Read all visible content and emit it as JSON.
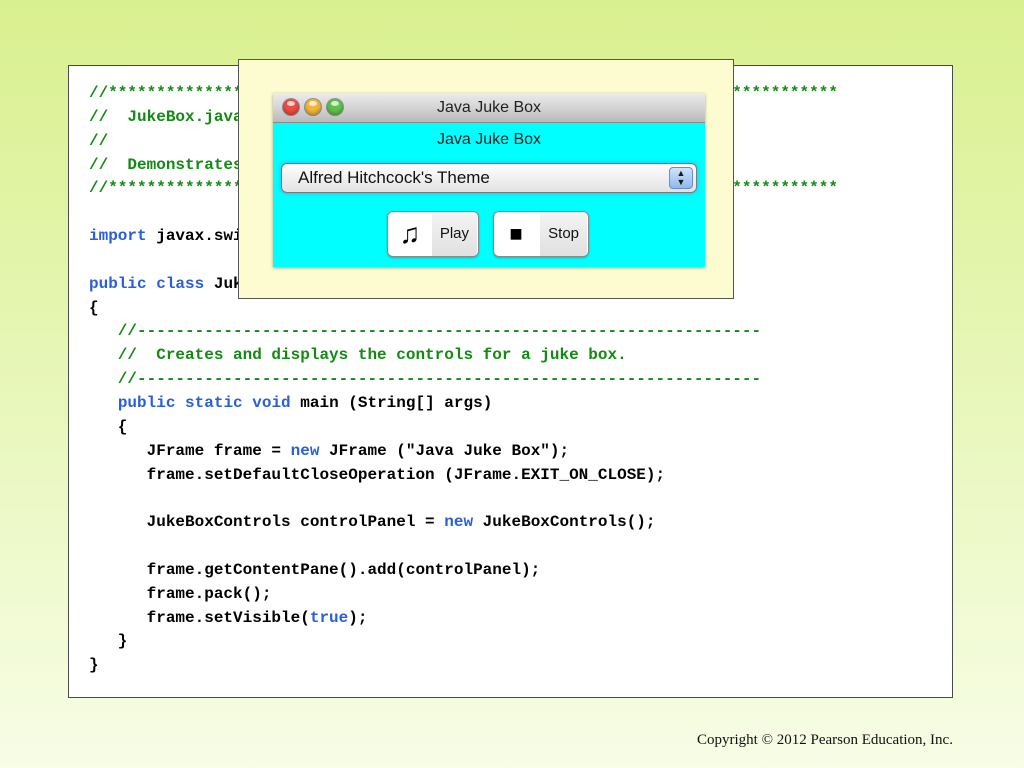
{
  "code": {
    "lines": [
      [
        {
          "t": "//****************************************************************************",
          "c": "cm"
        }
      ],
      [
        {
          "t": "//  JukeBox.java       Author: Lewis/Loftus",
          "c": "cm"
        }
      ],
      [
        {
          "t": "//",
          "c": "cm"
        }
      ],
      [
        {
          "t": "//  Demonstrates the use of a combo box.",
          "c": "cm"
        }
      ],
      [
        {
          "t": "//****************************************************************************",
          "c": "cm"
        }
      ],
      [
        {
          "t": "",
          "c": ""
        }
      ],
      [
        {
          "t": "import",
          "c": "kw"
        },
        {
          "t": " javax.swing.*;",
          "c": ""
        }
      ],
      [
        {
          "t": "",
          "c": ""
        }
      ],
      [
        {
          "t": "public",
          "c": "kw"
        },
        {
          "t": " ",
          "c": ""
        },
        {
          "t": "class",
          "c": "kw"
        },
        {
          "t": " JukeBox",
          "c": ""
        }
      ],
      [
        {
          "t": "{",
          "c": ""
        }
      ],
      [
        {
          "t": "   //-----------------------------------------------------------------",
          "c": "cm"
        }
      ],
      [
        {
          "t": "   //  Creates and displays the controls for a juke box.",
          "c": "cm"
        }
      ],
      [
        {
          "t": "   //-----------------------------------------------------------------",
          "c": "cm"
        }
      ],
      [
        {
          "t": "   ",
          "c": ""
        },
        {
          "t": "public",
          "c": "kw"
        },
        {
          "t": " ",
          "c": ""
        },
        {
          "t": "static",
          "c": "kw"
        },
        {
          "t": " ",
          "c": ""
        },
        {
          "t": "void",
          "c": "kw"
        },
        {
          "t": " main (String[] args)",
          "c": ""
        }
      ],
      [
        {
          "t": "   {",
          "c": ""
        }
      ],
      [
        {
          "t": "      JFrame frame = ",
          "c": ""
        },
        {
          "t": "new",
          "c": "kw"
        },
        {
          "t": " JFrame (\"Java Juke Box\");",
          "c": ""
        }
      ],
      [
        {
          "t": "      frame.setDefaultCloseOperation (JFrame.EXIT_ON_CLOSE);",
          "c": ""
        }
      ],
      [
        {
          "t": "",
          "c": ""
        }
      ],
      [
        {
          "t": "      JukeBoxControls controlPanel = ",
          "c": ""
        },
        {
          "t": "new",
          "c": "kw"
        },
        {
          "t": " JukeBoxControls();",
          "c": ""
        }
      ],
      [
        {
          "t": "",
          "c": ""
        }
      ],
      [
        {
          "t": "      frame.getContentPane().add(controlPanel);",
          "c": ""
        }
      ],
      [
        {
          "t": "      frame.pack();",
          "c": ""
        }
      ],
      [
        {
          "t": "      frame.setVisible(",
          "c": ""
        },
        {
          "t": "true",
          "c": "kw"
        },
        {
          "t": ");",
          "c": ""
        }
      ],
      [
        {
          "t": "   }",
          "c": ""
        }
      ],
      [
        {
          "t": "}",
          "c": ""
        }
      ]
    ]
  },
  "window": {
    "title": "Java Juke Box",
    "panel_title": "Java Juke Box",
    "combo": {
      "selected": "Alfred Hitchcock's Theme",
      "stepper_icon": "up-down-arrows"
    },
    "play_button": {
      "label": "Play",
      "icon": "music-note-icon",
      "glyph": "♫"
    },
    "stop_button": {
      "label": "Stop",
      "icon": "stop-icon",
      "glyph": "■"
    },
    "traffic_lights": [
      "#ee4b43",
      "#f4b53a",
      "#5dc24b"
    ]
  },
  "footer": {
    "copyright": "Copyright © 2012 Pearson Education, Inc."
  },
  "colors": {
    "comment": "#138a13",
    "keyword": "#2b5fd9",
    "window_bg": "#00ffff",
    "popup_bg": "#fdfcd0"
  }
}
